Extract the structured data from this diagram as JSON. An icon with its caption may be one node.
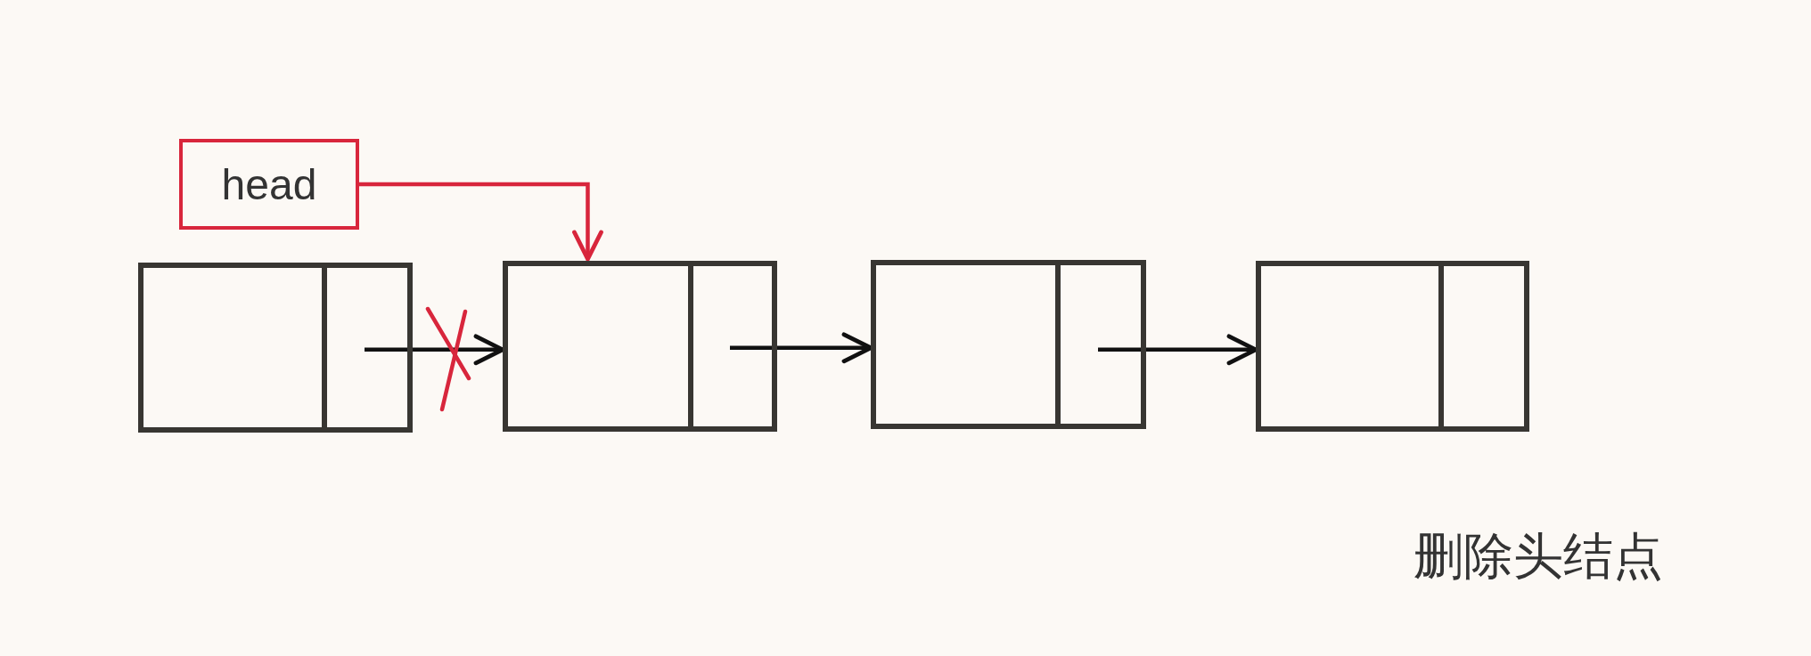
{
  "diagram": {
    "nodes": [
      {
        "text": [
          "head"
        ]
      },
      {
        "text": [],
        "shape": "box"
      },
      {
        "text": [],
        "shape": "box"
      },
      {
        "text": [],
        "shape": "box"
      },
      {
        "text": [],
        "shape": "box"
      }
    ],
    "edges": [
      {
        "from": 0,
        "to": 2,
        "arrow": "to",
        "color": "#d8263c"
      },
      {
        "from": 1,
        "to": 2,
        "arrow": "to"
      },
      {
        "from": 2,
        "to": 3,
        "arrow": "to"
      },
      {
        "from": 3,
        "to": 4,
        "arrow": "to"
      }
    ],
    "labels": [
      "删除头结点"
    ]
  }
}
